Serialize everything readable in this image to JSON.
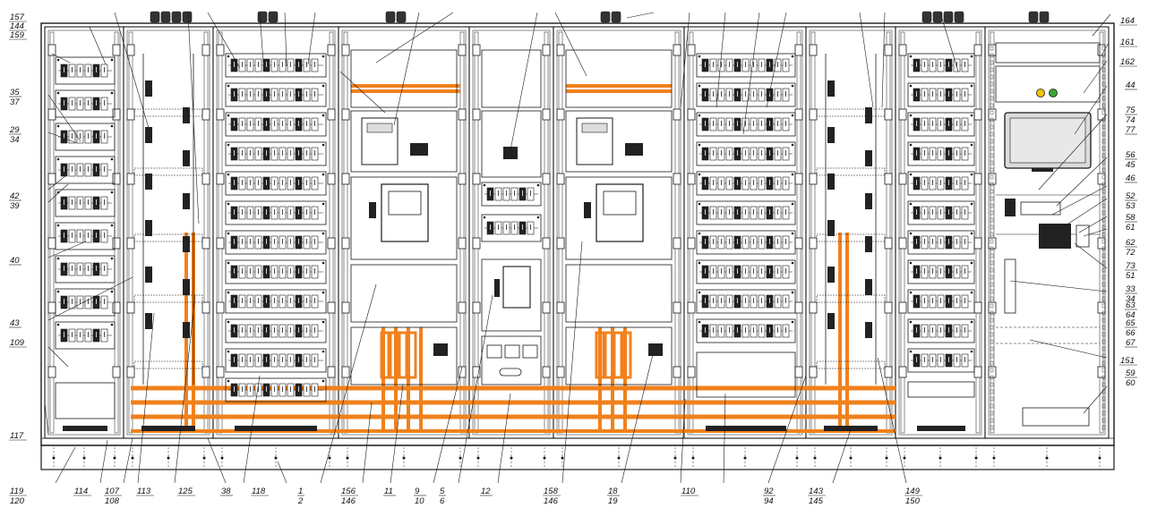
{
  "colors": {
    "line": "#1a1a1a",
    "busbar": "#f0811c",
    "panel_fill": "#ffffff",
    "screen_fill": "#dcdcdc",
    "indicator_yellow": "#f2c300",
    "indicator_green": "#3aa53a"
  },
  "labels_top": [
    "157",
    "144",
    "159"
  ],
  "labels_left": [
    {
      "top": "35",
      "bottom": "37"
    },
    {
      "top": "29",
      "bottom": "34"
    },
    {
      "top": "42",
      "bottom": "39"
    },
    {
      "top": "40",
      "bottom": ""
    },
    {
      "top": "43",
      "bottom": ""
    },
    {
      "top": "109",
      "bottom": ""
    },
    {
      "top": "117",
      "bottom": ""
    }
  ],
  "labels_bottom": [
    {
      "top": "119",
      "bottom": "120"
    },
    {
      "top": "114",
      "bottom": ""
    },
    {
      "top": "107",
      "bottom": "108"
    },
    {
      "top": "113",
      "bottom": ""
    },
    {
      "top": "125",
      "bottom": ""
    },
    {
      "top": "38",
      "bottom": ""
    },
    {
      "top": "118",
      "bottom": ""
    },
    {
      "top": "1",
      "bottom": "2"
    },
    {
      "top": "156",
      "bottom": "146"
    },
    {
      "top": "11",
      "bottom": ""
    },
    {
      "top": "9",
      "bottom": "10"
    },
    {
      "top": "5",
      "bottom": "6"
    },
    {
      "top": "12",
      "bottom": ""
    },
    {
      "top": "158",
      "bottom": "146"
    },
    {
      "top": "18",
      "bottom": "19"
    },
    {
      "top": "110",
      "bottom": ""
    },
    {
      "top": "92",
      "bottom": "94"
    },
    {
      "top": "143",
      "bottom": "145"
    },
    {
      "top": "149",
      "bottom": "150"
    }
  ],
  "labels_right": [
    {
      "top": "164",
      "bottom": ""
    },
    {
      "top": "161",
      "bottom": ""
    },
    {
      "top": "162",
      "bottom": ""
    },
    {
      "top": "44",
      "bottom": ""
    },
    {
      "top": "75",
      "bottom": "74"
    },
    {
      "top": "77",
      "bottom": ""
    },
    {
      "top": "56",
      "bottom": "45"
    },
    {
      "top": "46",
      "bottom": ""
    },
    {
      "top": "52",
      "bottom": "53"
    },
    {
      "top": "58",
      "bottom": "61"
    },
    {
      "top": "62",
      "bottom": "72"
    },
    {
      "top": "73",
      "bottom": "51"
    },
    {
      "top": "33",
      "bottom": "34"
    },
    {
      "top": "63",
      "bottom": "64"
    },
    {
      "top": "65",
      "bottom": "66"
    },
    {
      "top": "67",
      "bottom": ""
    },
    {
      "top": "151",
      "bottom": ""
    },
    {
      "top": "59",
      "bottom": "60"
    }
  ]
}
